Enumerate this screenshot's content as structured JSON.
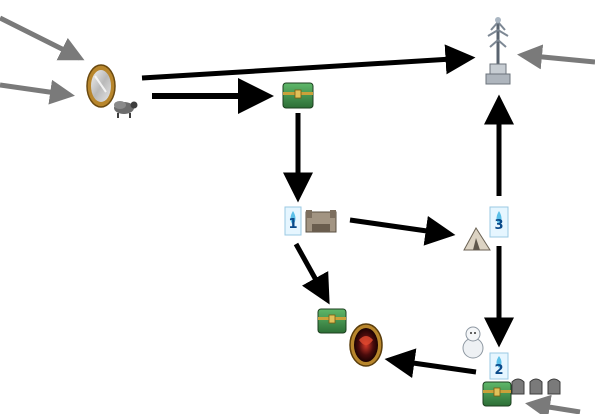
{
  "diagram": {
    "background": "#ffffff",
    "arrow_color": "#000000",
    "incoming_arrow_color": "#7a7a7a",
    "badges": [
      {
        "id": "badge-1",
        "label": "1"
      },
      {
        "id": "badge-3",
        "label": "3"
      },
      {
        "id": "badge-2",
        "label": "2"
      }
    ],
    "icons": [
      "magic-mirror-icon",
      "sheep-icon",
      "treasure-chest-icon",
      "stone-bridge-icon",
      "crystal-tree-shrine-icon",
      "tent-icon",
      "snowman-icon",
      "dark-portal-icon",
      "gravestone-icon"
    ]
  }
}
